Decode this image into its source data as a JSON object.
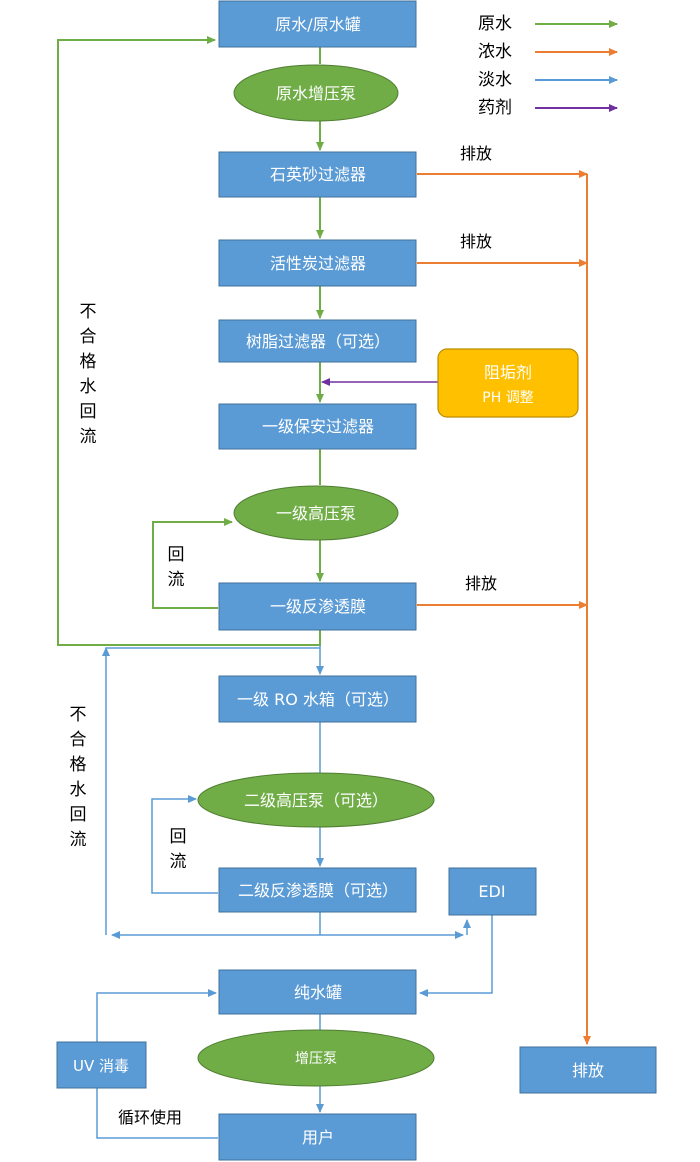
{
  "legend": [
    {
      "label": "原水",
      "color": "#70ad47"
    },
    {
      "label": "浓水",
      "color": "#ed7d31"
    },
    {
      "label": "淡水",
      "color": "#5b9bd5"
    },
    {
      "label": "药剂",
      "color": "#7030a0"
    }
  ],
  "nodes": {
    "raw_tank": "原水/原水罐",
    "raw_booster_pump": "原水增压泵",
    "quartz_filter": "石英砂过滤器",
    "carbon_filter": "活性炭过滤器",
    "resin_filter": "树脂过滤器（可选）",
    "chemical_line1": "阻垢剂",
    "chemical_line2": "PH 调整",
    "security_filter": "一级保安过滤器",
    "hp_pump1": "一级高压泵",
    "ro1": "一级反渗透膜",
    "ro_tank": "一级 RO 水箱（可选）",
    "hp_pump2": "二级高压泵（可选）",
    "ro2": "二级反渗透膜（可选）",
    "edi": "EDI",
    "pure_tank": "纯水罐",
    "booster_pump": "增压泵",
    "user": "用户",
    "uv": "UV 消毒",
    "discharge_box": "排放"
  },
  "labels": {
    "discharge1": "排放",
    "discharge2": "排放",
    "discharge3": "排放",
    "reject_return_1": [
      "不",
      "合",
      "格",
      "水",
      "回",
      "流"
    ],
    "reject_return_2": [
      "不",
      "合",
      "格",
      "水",
      "回",
      "流"
    ],
    "reflux_1": [
      "回",
      "流"
    ],
    "reflux_2": [
      "回",
      "流"
    ],
    "recycle": "循环使用"
  }
}
